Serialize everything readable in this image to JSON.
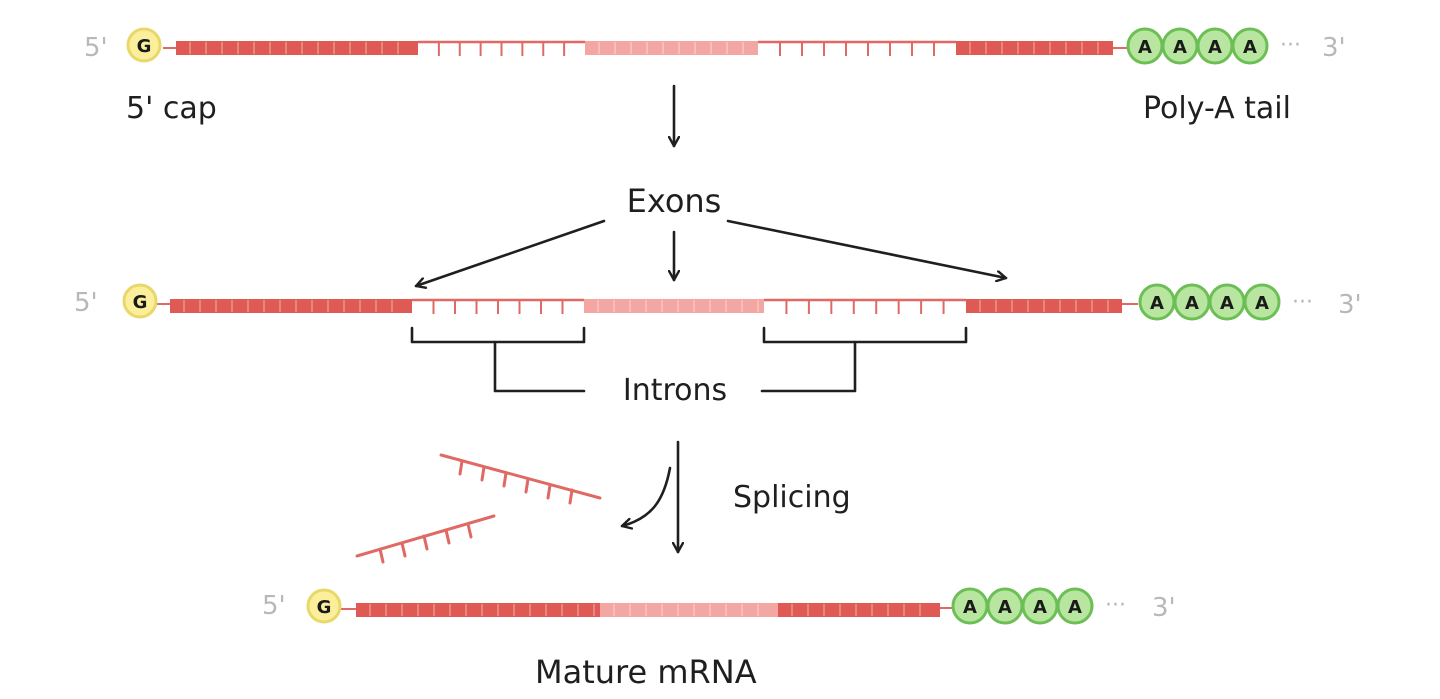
{
  "colors": {
    "exon_dark": "#e05a55",
    "exon_light": "#f3a6a2",
    "intron_stroke": "#e06a63",
    "cap_fill": "#fbef9c",
    "cap_stroke": "#e8d86a",
    "polya_fill": "#b8e6a0",
    "polya_stroke": "#6cbf55",
    "end_label": "#b8b8b8",
    "ink": "#1f1f1f"
  },
  "strands": [
    {
      "five_prime": "5'",
      "cap": "G",
      "poly_a": [
        "A",
        "A",
        "A",
        "A"
      ],
      "ellipsis": "···",
      "three_prime": "3'",
      "cap_label": "5' cap",
      "tail_label": "Poly-A tail"
    },
    {
      "five_prime": "5'",
      "cap": "G",
      "poly_a": [
        "A",
        "A",
        "A",
        "A"
      ],
      "ellipsis": "···",
      "three_prime": "3'"
    },
    {
      "five_prime": "5'",
      "cap": "G",
      "poly_a": [
        "A",
        "A",
        "A",
        "A"
      ],
      "ellipsis": "···",
      "three_prime": "3'"
    }
  ],
  "labels": {
    "exons": "Exons",
    "introns": "Introns",
    "splicing": "Splicing",
    "mature": "Mature mRNA"
  },
  "icons": {
    "down_arrow": "arrow-down-icon",
    "curved_arrow": "curved-arrow-icon"
  }
}
